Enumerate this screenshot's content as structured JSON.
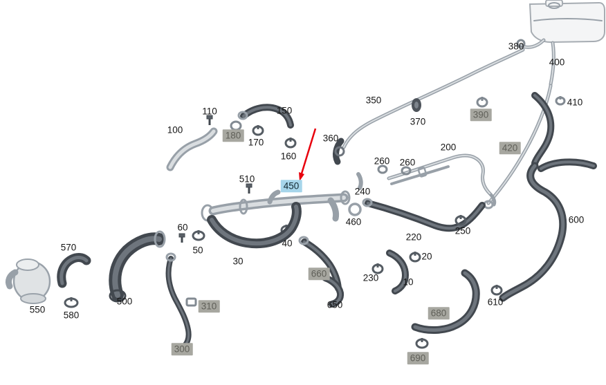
{
  "diagram": {
    "type": "exploded-parts-diagram",
    "subject": "engine cooling hoses and clamps",
    "highlighted_part": "450",
    "colors": {
      "background": "#ffffff",
      "highlight_chip": "#a6d5ea",
      "boxed_chip": "#a7a7a0",
      "arrow": "#e8000d",
      "light_hose": "#98a0a8",
      "dark_hose": "#42484f"
    }
  },
  "labels": {
    "l100": {
      "text": "100"
    },
    "l110": {
      "text": "110"
    },
    "l180": {
      "text": "180"
    },
    "l150": {
      "text": "150"
    },
    "l170": {
      "text": "170"
    },
    "l160": {
      "text": "160"
    },
    "l350": {
      "text": "350"
    },
    "l360": {
      "text": "360"
    },
    "l370": {
      "text": "370"
    },
    "l380": {
      "text": "380"
    },
    "l400": {
      "text": "400"
    },
    "l390": {
      "text": "390"
    },
    "l410": {
      "text": "410"
    },
    "l420": {
      "text": "420"
    },
    "l200": {
      "text": "200"
    },
    "l260a": {
      "text": "260"
    },
    "l260b": {
      "text": "260"
    },
    "l510": {
      "text": "510"
    },
    "l450": {
      "text": "450"
    },
    "l240": {
      "text": "240"
    },
    "l460": {
      "text": "460"
    },
    "l250": {
      "text": "250"
    },
    "l220": {
      "text": "220"
    },
    "l20": {
      "text": "20"
    },
    "l10": {
      "text": "10"
    },
    "l230": {
      "text": "230"
    },
    "l600": {
      "text": "600"
    },
    "l610": {
      "text": "610"
    },
    "l680": {
      "text": "680"
    },
    "l690": {
      "text": "690"
    },
    "l650": {
      "text": "650"
    },
    "l660": {
      "text": "660"
    },
    "l40": {
      "text": "40"
    },
    "l30": {
      "text": "30"
    },
    "l50": {
      "text": "50"
    },
    "l60": {
      "text": "60"
    },
    "l310": {
      "text": "310"
    },
    "l300": {
      "text": "300"
    },
    "l500": {
      "text": "500"
    },
    "l550": {
      "text": "550"
    },
    "l570": {
      "text": "570"
    },
    "l580": {
      "text": "580"
    }
  }
}
